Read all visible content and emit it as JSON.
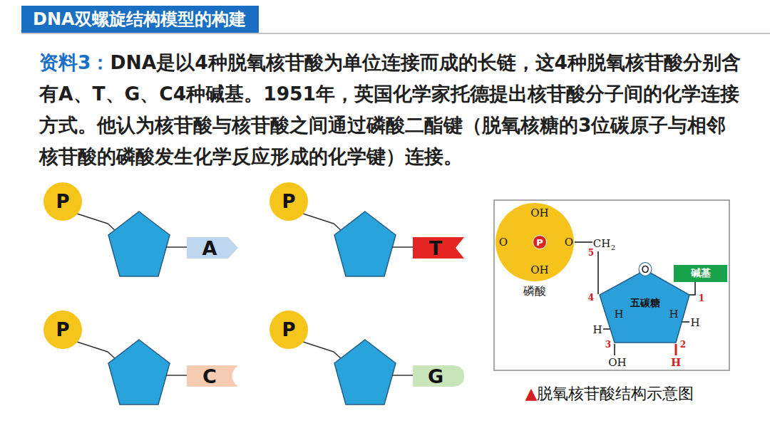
{
  "diagram": {
    "title": "DNA双螺旋结构模型的构建",
    "caption": "▲脱氧核苷酸结构示意图",
    "nodes": [
      {
        "text": [
          "DNA双螺旋结构模型的构建"
        ]
      },
      {
        "text": [
          "P"
        ]
      },
      {
        "text": [
          "A"
        ]
      },
      {
        "text": [
          "P"
        ]
      },
      {
        "text": [
          "T"
        ]
      },
      {
        "text": [
          "P"
        ]
      },
      {
        "text": [
          "C"
        ]
      },
      {
        "text": [
          "P"
        ]
      },
      {
        "text": [
          "G"
        ]
      },
      {
        "text": [
          "磷酸"
        ]
      },
      {
        "text": [
          "P"
        ],
        "in": 9
      },
      {
        "text": [
          "五碳糖"
        ]
      },
      {
        "text": [
          "碱基"
        ]
      }
    ],
    "edges": [
      {
        "from": 11,
        "to": 12,
        "arrow": "none"
      }
    ],
    "labels": [
      "资料3：",
      "DNA是以4种脱氧核苷酸为单位连接而成的长链，这4种脱氧核苷酸分别含有A、T、G、C4种碱基。1951年，英国化学家托德提出核苷酸分子间的化学连接方式。他认为核苷酸与核苷酸之间通过磷酸二酯键（脱氧核糖的3位碳原子与相邻核苷酸的磷酸发生化学反应形成的化学键）连接。",
      "OH",
      "O",
      "O",
      "OH",
      "CH",
      "2",
      "5",
      "O",
      "4",
      "1",
      "H",
      "H",
      "H",
      "H",
      "3",
      "2",
      "OH",
      "H"
    ]
  }
}
